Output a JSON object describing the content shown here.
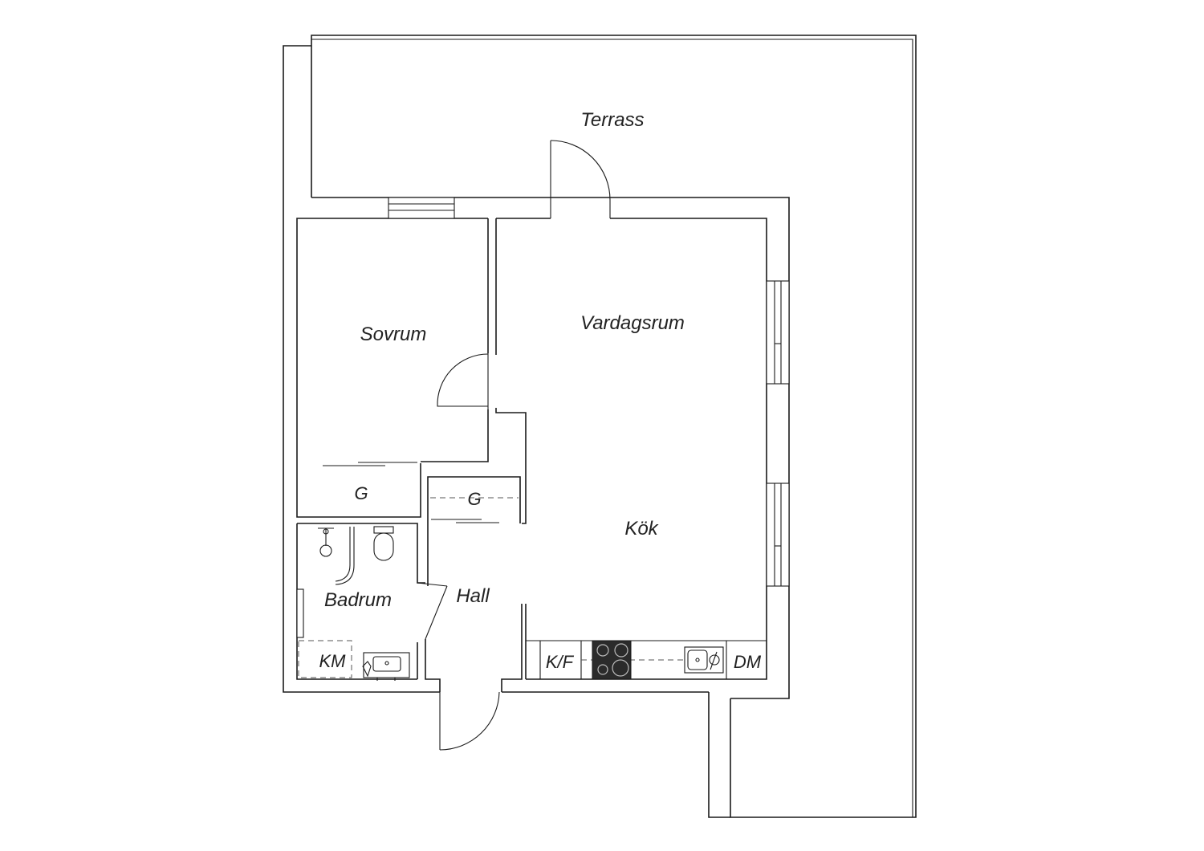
{
  "rooms": {
    "terrace": "Terrass",
    "bedroom": "Sovrum",
    "living_room": "Vardagsrum",
    "kitchen": "Kök",
    "bathroom": "Badrum",
    "hall": "Hall"
  },
  "fixtures": {
    "wardrobe_bedroom": "G",
    "wardrobe_hall": "G",
    "washing_machine": "KM",
    "fridge_freezer": "K/F",
    "dishwasher": "DM"
  }
}
